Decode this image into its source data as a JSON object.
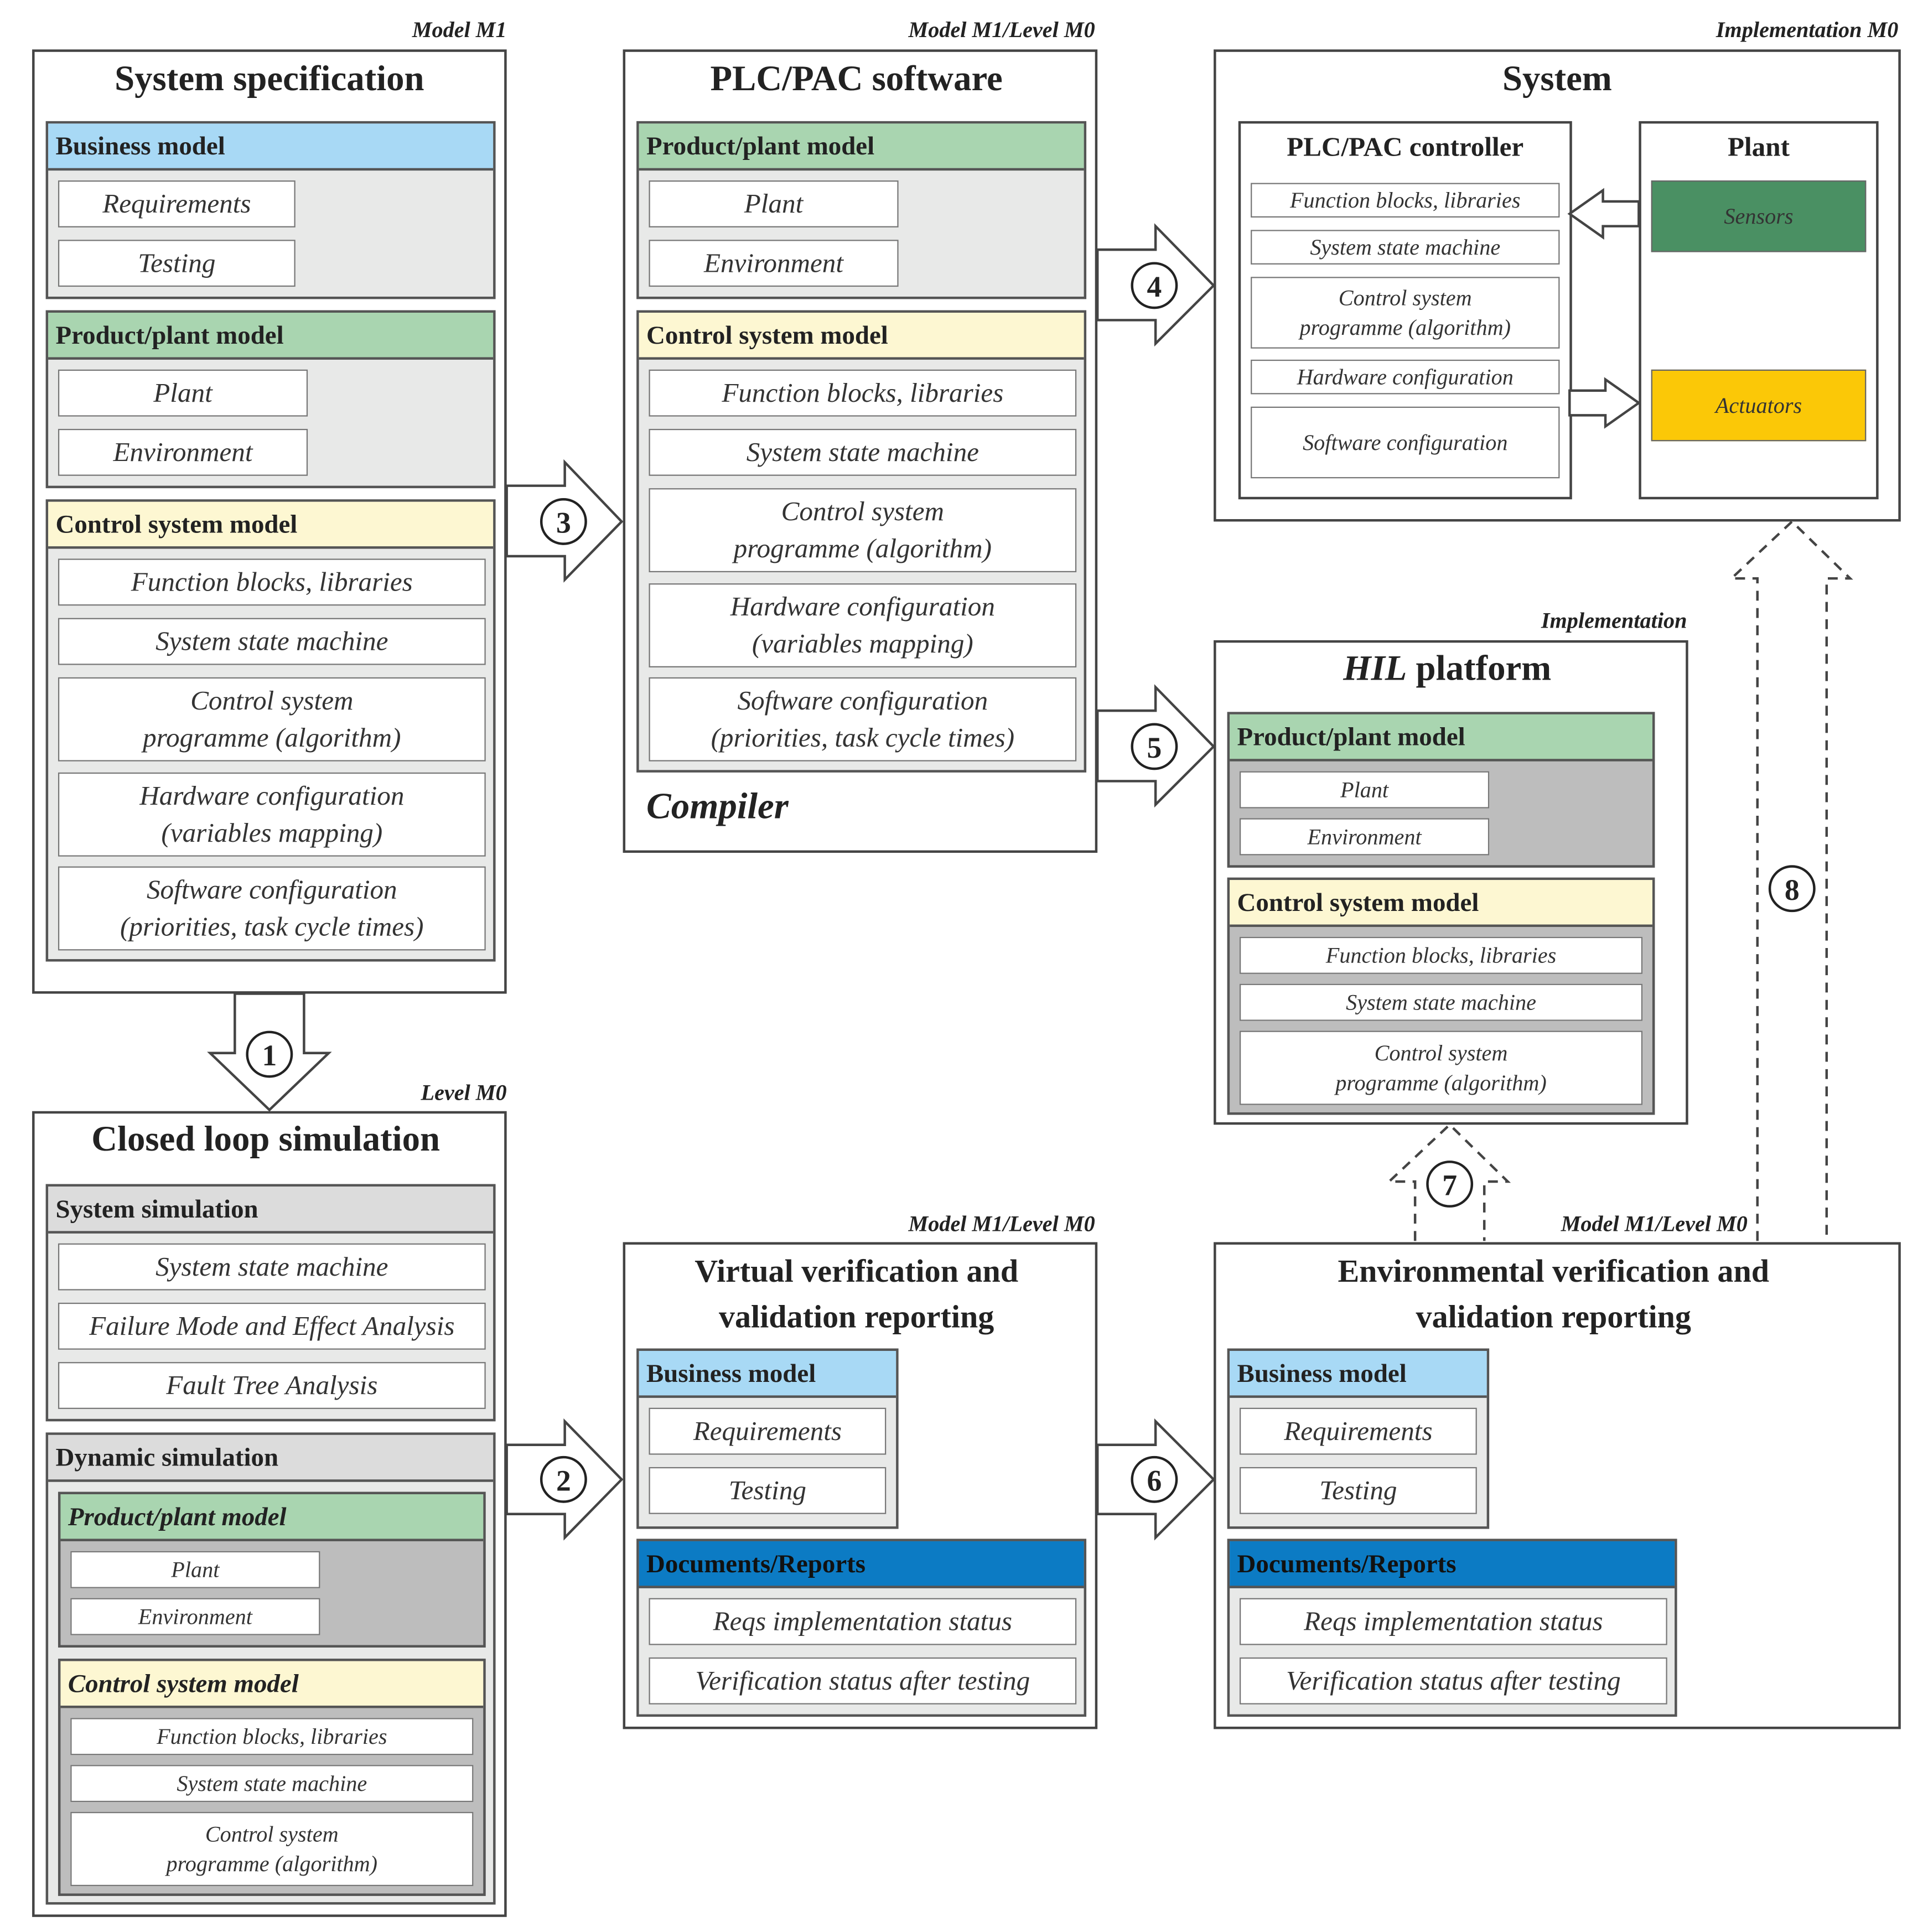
{
  "spec": {
    "level": "Model M1",
    "title": "System specification",
    "business": {
      "head": "Business model",
      "items": [
        "Requirements",
        "Testing"
      ]
    },
    "plant": {
      "head": "Product/plant model",
      "items": [
        "Plant",
        "Environment"
      ]
    },
    "control": {
      "head": "Control system model",
      "items": [
        "Function blocks, libraries",
        "System state machine",
        "Control system\nprogramme (algorithm)",
        "Hardware configuration\n(variables mapping)",
        "Software configuration\n(priorities, task cycle times)"
      ]
    }
  },
  "sim": {
    "level": "Level M0",
    "title": "Closed loop simulation",
    "system": {
      "head": "System simulation",
      "items": [
        "System state machine",
        "Failure Mode and Effect Analysis",
        "Fault Tree Analysis"
      ]
    },
    "dynamic": {
      "head": "Dynamic simulation"
    },
    "plant": {
      "head": "Product/plant model",
      "items": [
        "Plant",
        "Environment"
      ]
    },
    "control": {
      "head": "Control system model",
      "items": [
        "Function blocks, libraries",
        "System state machine",
        "Control system\nprogramme (algorithm)"
      ]
    }
  },
  "plc": {
    "level": "Model M1/Level M0",
    "title": "PLC/PAC software",
    "plant": {
      "head": "Product/plant model",
      "items": [
        "Plant",
        "Environment"
      ]
    },
    "control": {
      "head": "Control system model",
      "items": [
        "Function blocks, libraries",
        "System state machine",
        "Control system\nprogramme (algorithm)",
        "Hardware configuration\n(variables mapping)",
        "Software configuration\n(priorities, task cycle times)"
      ]
    },
    "compiler": "Compiler"
  },
  "system": {
    "level": "Implementation M0",
    "title": "System",
    "controller": {
      "title": "PLC/PAC controller",
      "items": [
        "Function blocks, libraries",
        "System state machine",
        "Control system\nprogramme (algorithm)",
        "Hardware configuration",
        "Software configuration"
      ]
    },
    "plant": {
      "title": "Plant",
      "sensors": "Sensors",
      "actuators": "Actuators"
    }
  },
  "hil": {
    "level": "Implementation",
    "title_italic": "HIL",
    "title_rest": " platform",
    "plant": {
      "head": "Product/plant model",
      "items": [
        "Plant",
        "Environment"
      ]
    },
    "control": {
      "head": "Control system model",
      "items": [
        "Function blocks, libraries",
        "System state machine",
        "Control system\nprogramme (algorithm)"
      ]
    }
  },
  "virtual": {
    "level": "Model M1/Level M0",
    "title": "Virtual verification and\nvalidation reporting",
    "business": {
      "head": "Business model",
      "items": [
        "Requirements",
        "Testing"
      ]
    },
    "docs": {
      "head": "Documents/Reports",
      "items": [
        "Reqs implementation status",
        "Verification status after testing"
      ]
    }
  },
  "env": {
    "level": "Model M1/Level M0",
    "title": "Environmental verification and\nvalidation reporting",
    "business": {
      "head": "Business model",
      "items": [
        "Requirements",
        "Testing"
      ]
    },
    "docs": {
      "head": "Documents/Reports",
      "items": [
        "Reqs implementation status",
        "Verification status after testing"
      ]
    }
  },
  "arrows": [
    "1",
    "2",
    "3",
    "4",
    "5",
    "6",
    "7",
    "8"
  ],
  "colors": {
    "business_header": "#a8d9f5",
    "plant_header": "#a9d5b0",
    "control_header": "#fdf7d2",
    "simulation_header": "#dcdcdc",
    "documents_header": "#0c7bc4",
    "sensors": "#4a9063",
    "actuators": "#fbc807"
  }
}
